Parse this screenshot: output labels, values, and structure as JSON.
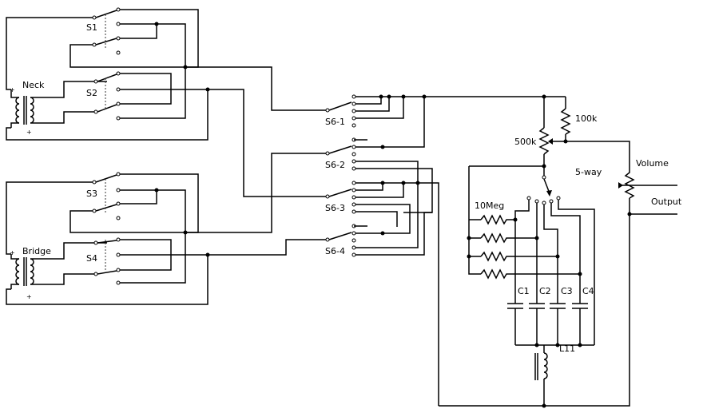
{
  "pickups": {
    "neck": {
      "label": "Neck",
      "plus_top": "+",
      "plus_bottom": "+"
    },
    "bridge": {
      "label": "Bridge",
      "plus_top": "+",
      "plus_bottom": "+"
    }
  },
  "switches": {
    "s1": "S1",
    "s2": "S2",
    "s3": "S3",
    "s4": "S4",
    "s6_1": "S6-1",
    "s6_2": "S6-2",
    "s6_3": "S6-3",
    "s6_4": "S6-4",
    "five_way": "5-way"
  },
  "components": {
    "r_100k": "100k",
    "pot_500k": "500k",
    "r_10meg": "10Meg",
    "c1": "C1",
    "c2": "C2",
    "c3": "C3",
    "c4": "C4",
    "inductor": "L11",
    "volume": "Volume",
    "output": "Output"
  },
  "colors": {
    "line": "#000000",
    "background": "#ffffff"
  }
}
